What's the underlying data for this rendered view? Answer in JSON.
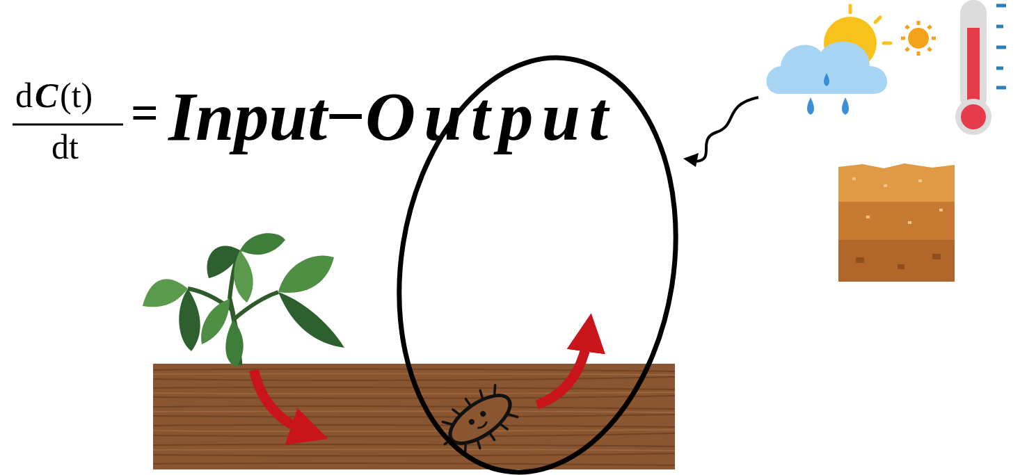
{
  "diagram": {
    "nodes": [
      {
        "text": [
          "Output"
        ]
      }
    ],
    "labels": [
      "d",
      "C",
      "(t)",
      "dt",
      "=",
      "Input",
      "−"
    ]
  }
}
